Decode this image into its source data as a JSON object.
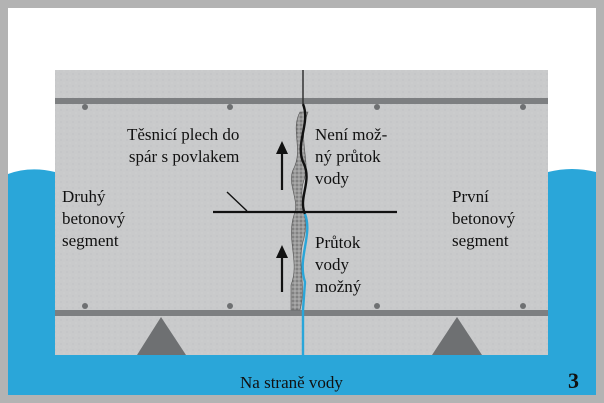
{
  "labels": {
    "sealing_sheet": "Těsnicí plech do\nspár s povlakem",
    "no_flow": "Není mož-\nný průtok\nvody",
    "flow": "Průtok\nvody\nmožný",
    "segment_left": "Druhý\nbetonový\nsegment",
    "segment_right": "První\nbetonový\nsegment",
    "water_side": "Na straně vody",
    "figure_number": "3"
  },
  "icons": {
    "flow_arrow": "up-arrow-icon",
    "support": "triangle-support-icon"
  },
  "colors": {
    "frame": "#b3b3b3",
    "background": "#ffffff",
    "water": "#2aa6d9",
    "concrete": "#c9cacb",
    "steel_bar": "#7d7f81",
    "support": "#6e7072",
    "seal": "#8a8a8a",
    "text": "#111111"
  }
}
